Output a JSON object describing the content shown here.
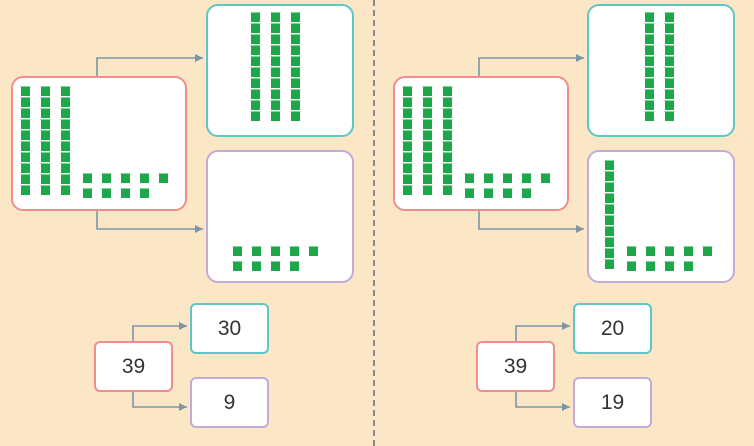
{
  "colors": {
    "background": "#fbe6c6",
    "block_green": "#1ea64b",
    "block_light": "#7fd49a",
    "arrow": "#7e95a7",
    "border_red": "#f08d8d",
    "border_teal": "#5ec6c4",
    "border_purple": "#c2abd9"
  },
  "left": {
    "source": {
      "tens": 3,
      "ones": 9
    },
    "top_result": {
      "tens": 3,
      "ones": 0
    },
    "bottom_result": {
      "tens": 0,
      "ones": 9
    },
    "numbers": {
      "source": "39",
      "top": "30",
      "bottom": "9"
    }
  },
  "right": {
    "source": {
      "tens": 3,
      "ones": 9
    },
    "top_result": {
      "tens": 2,
      "ones": 0
    },
    "bottom_result": {
      "tens": 1,
      "ones": 9
    },
    "numbers": {
      "source": "39",
      "top": "20",
      "bottom": "19"
    }
  }
}
